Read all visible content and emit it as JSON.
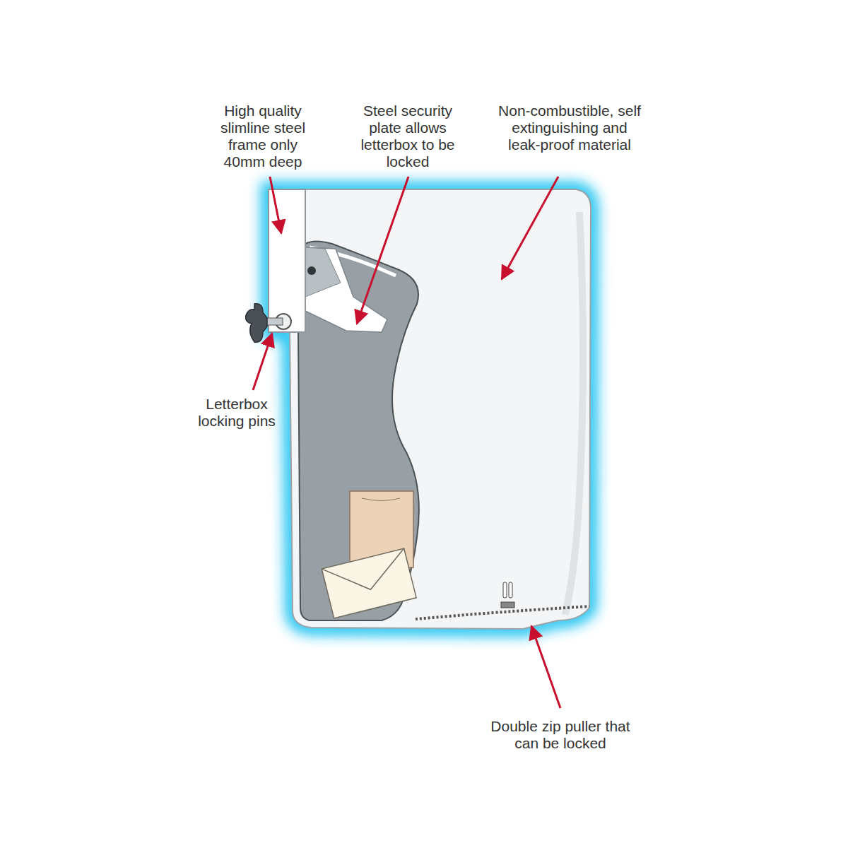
{
  "diagram": {
    "labels": [
      "High quality slimline steel frame only 40mm deep",
      "Steel security plate allows letterbox to be locked",
      "Non-combustible, self extinguishing and leak-proof material",
      "Letterbox locking pins",
      "Double zip puller that can be locked"
    ]
  }
}
